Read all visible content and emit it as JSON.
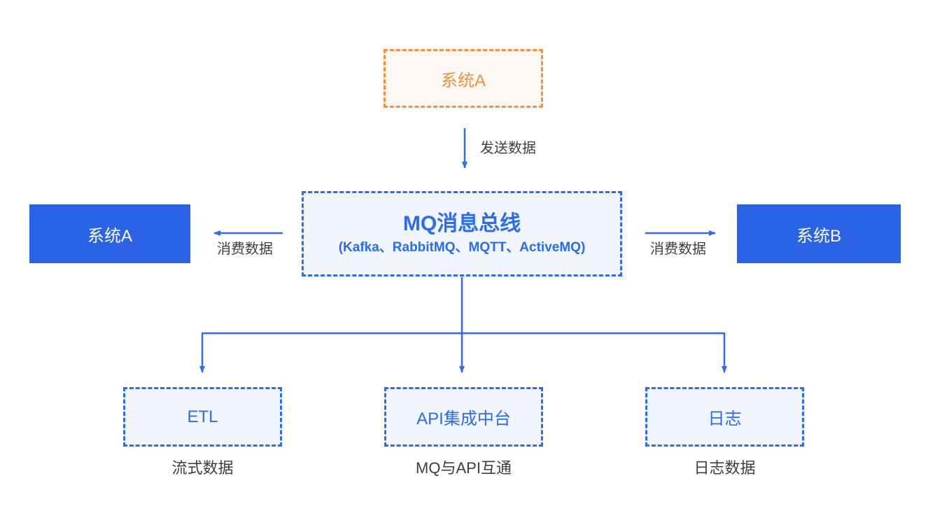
{
  "diagram": {
    "producer": {
      "label": "系统A"
    },
    "bus": {
      "title": "MQ消息总线",
      "subtitle": "(Kafka、RabbitMQ、MQTT、ActiveMQ)"
    },
    "left_consumer": {
      "label": "系统A"
    },
    "right_consumer": {
      "label": "系统B"
    },
    "edges": {
      "send_label": "发送数据",
      "consume_left_label": "消费数据",
      "consume_right_label": "消费数据"
    },
    "sinks": [
      {
        "label": "ETL",
        "caption": "流式数据"
      },
      {
        "label": "API集成中台",
        "caption": "MQ与API互通"
      },
      {
        "label": "日志",
        "caption": "日志数据"
      }
    ],
    "colors": {
      "arrow_blue": "#2b6cf0",
      "dashed_blue_border": "#2b6cf0",
      "solid_blue_fill": "#2a63e6",
      "light_blue_bg": "#f0f5fe",
      "orange": "#f0923e",
      "light_orange_bg": "#fdf8f3",
      "label_text": "#3d3e40",
      "background": "#ffffff"
    }
  }
}
